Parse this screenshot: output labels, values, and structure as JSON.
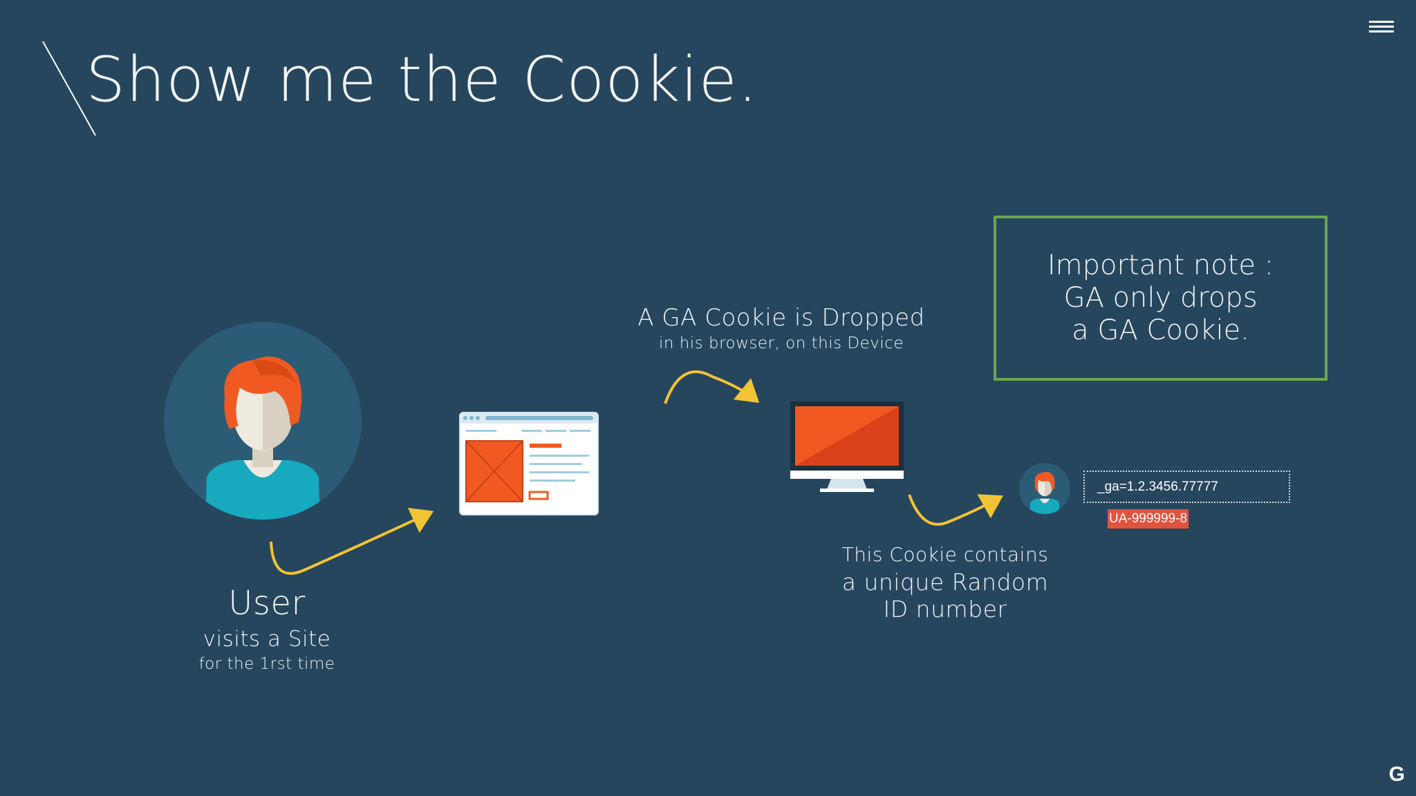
{
  "slide": {
    "title": "Show me the Cookie.",
    "colors": {
      "background": "#26465e",
      "accent_orange": "#f05a22",
      "arrow_yellow": "#f2c335",
      "note_border": "#6aa84f",
      "badge_red": "#e0533f"
    }
  },
  "menu": {
    "icon": "hamburger-menu-icon"
  },
  "user": {
    "label": "User",
    "sub1": "visits a Site",
    "sub2": "for the 1rst time"
  },
  "dropped": {
    "title": "A GA Cookie is Dropped",
    "subtitle": "in his browser, on this Device"
  },
  "note": {
    "line1": "Important note :",
    "line2": "GA only drops",
    "line3": "a GA Cookie."
  },
  "cookie": {
    "value": "_ga=1.2.3456.77777",
    "ua_id": "UA-999999-8"
  },
  "cookie_contains": {
    "line1": "This Cookie contains",
    "line2": "a unique Random",
    "line3": "ID number"
  },
  "footer": {
    "logo": "G"
  }
}
